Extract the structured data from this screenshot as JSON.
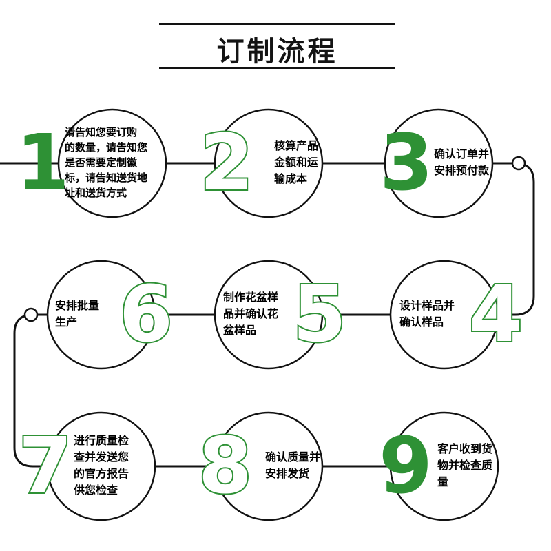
{
  "title": "订制流程",
  "colors": {
    "accent_green": "#2e9135",
    "line": "#121212",
    "text": "#000000",
    "background": "#ffffff"
  },
  "steps": [
    {
      "number": "1",
      "style": "solid",
      "text": "请告知您要订购\n的数量，请告知您\n是否需要定制徽\n标，请告知送货地\n址和送货方式"
    },
    {
      "number": "2",
      "style": "outline",
      "text": "核算产品\n金额和运\n输成本"
    },
    {
      "number": "3",
      "style": "solid",
      "text": "确认订单并\n安排预付款"
    },
    {
      "number": "4",
      "style": "outline",
      "text": "设计样品并\n确认样品"
    },
    {
      "number": "5",
      "style": "outline",
      "text": "制作花盆样\n品并确认花\n盆样品"
    },
    {
      "number": "6",
      "style": "outline",
      "text": "安排批量\n生产"
    },
    {
      "number": "7",
      "style": "outline",
      "text": "进行质量检\n查并发送您\n的官方报告\n供您检查"
    },
    {
      "number": "8",
      "style": "outline",
      "text": "确认质量并\n安排发货"
    },
    {
      "number": "9",
      "style": "solid",
      "text": "客户收到货\n物并检查质\n量"
    }
  ]
}
